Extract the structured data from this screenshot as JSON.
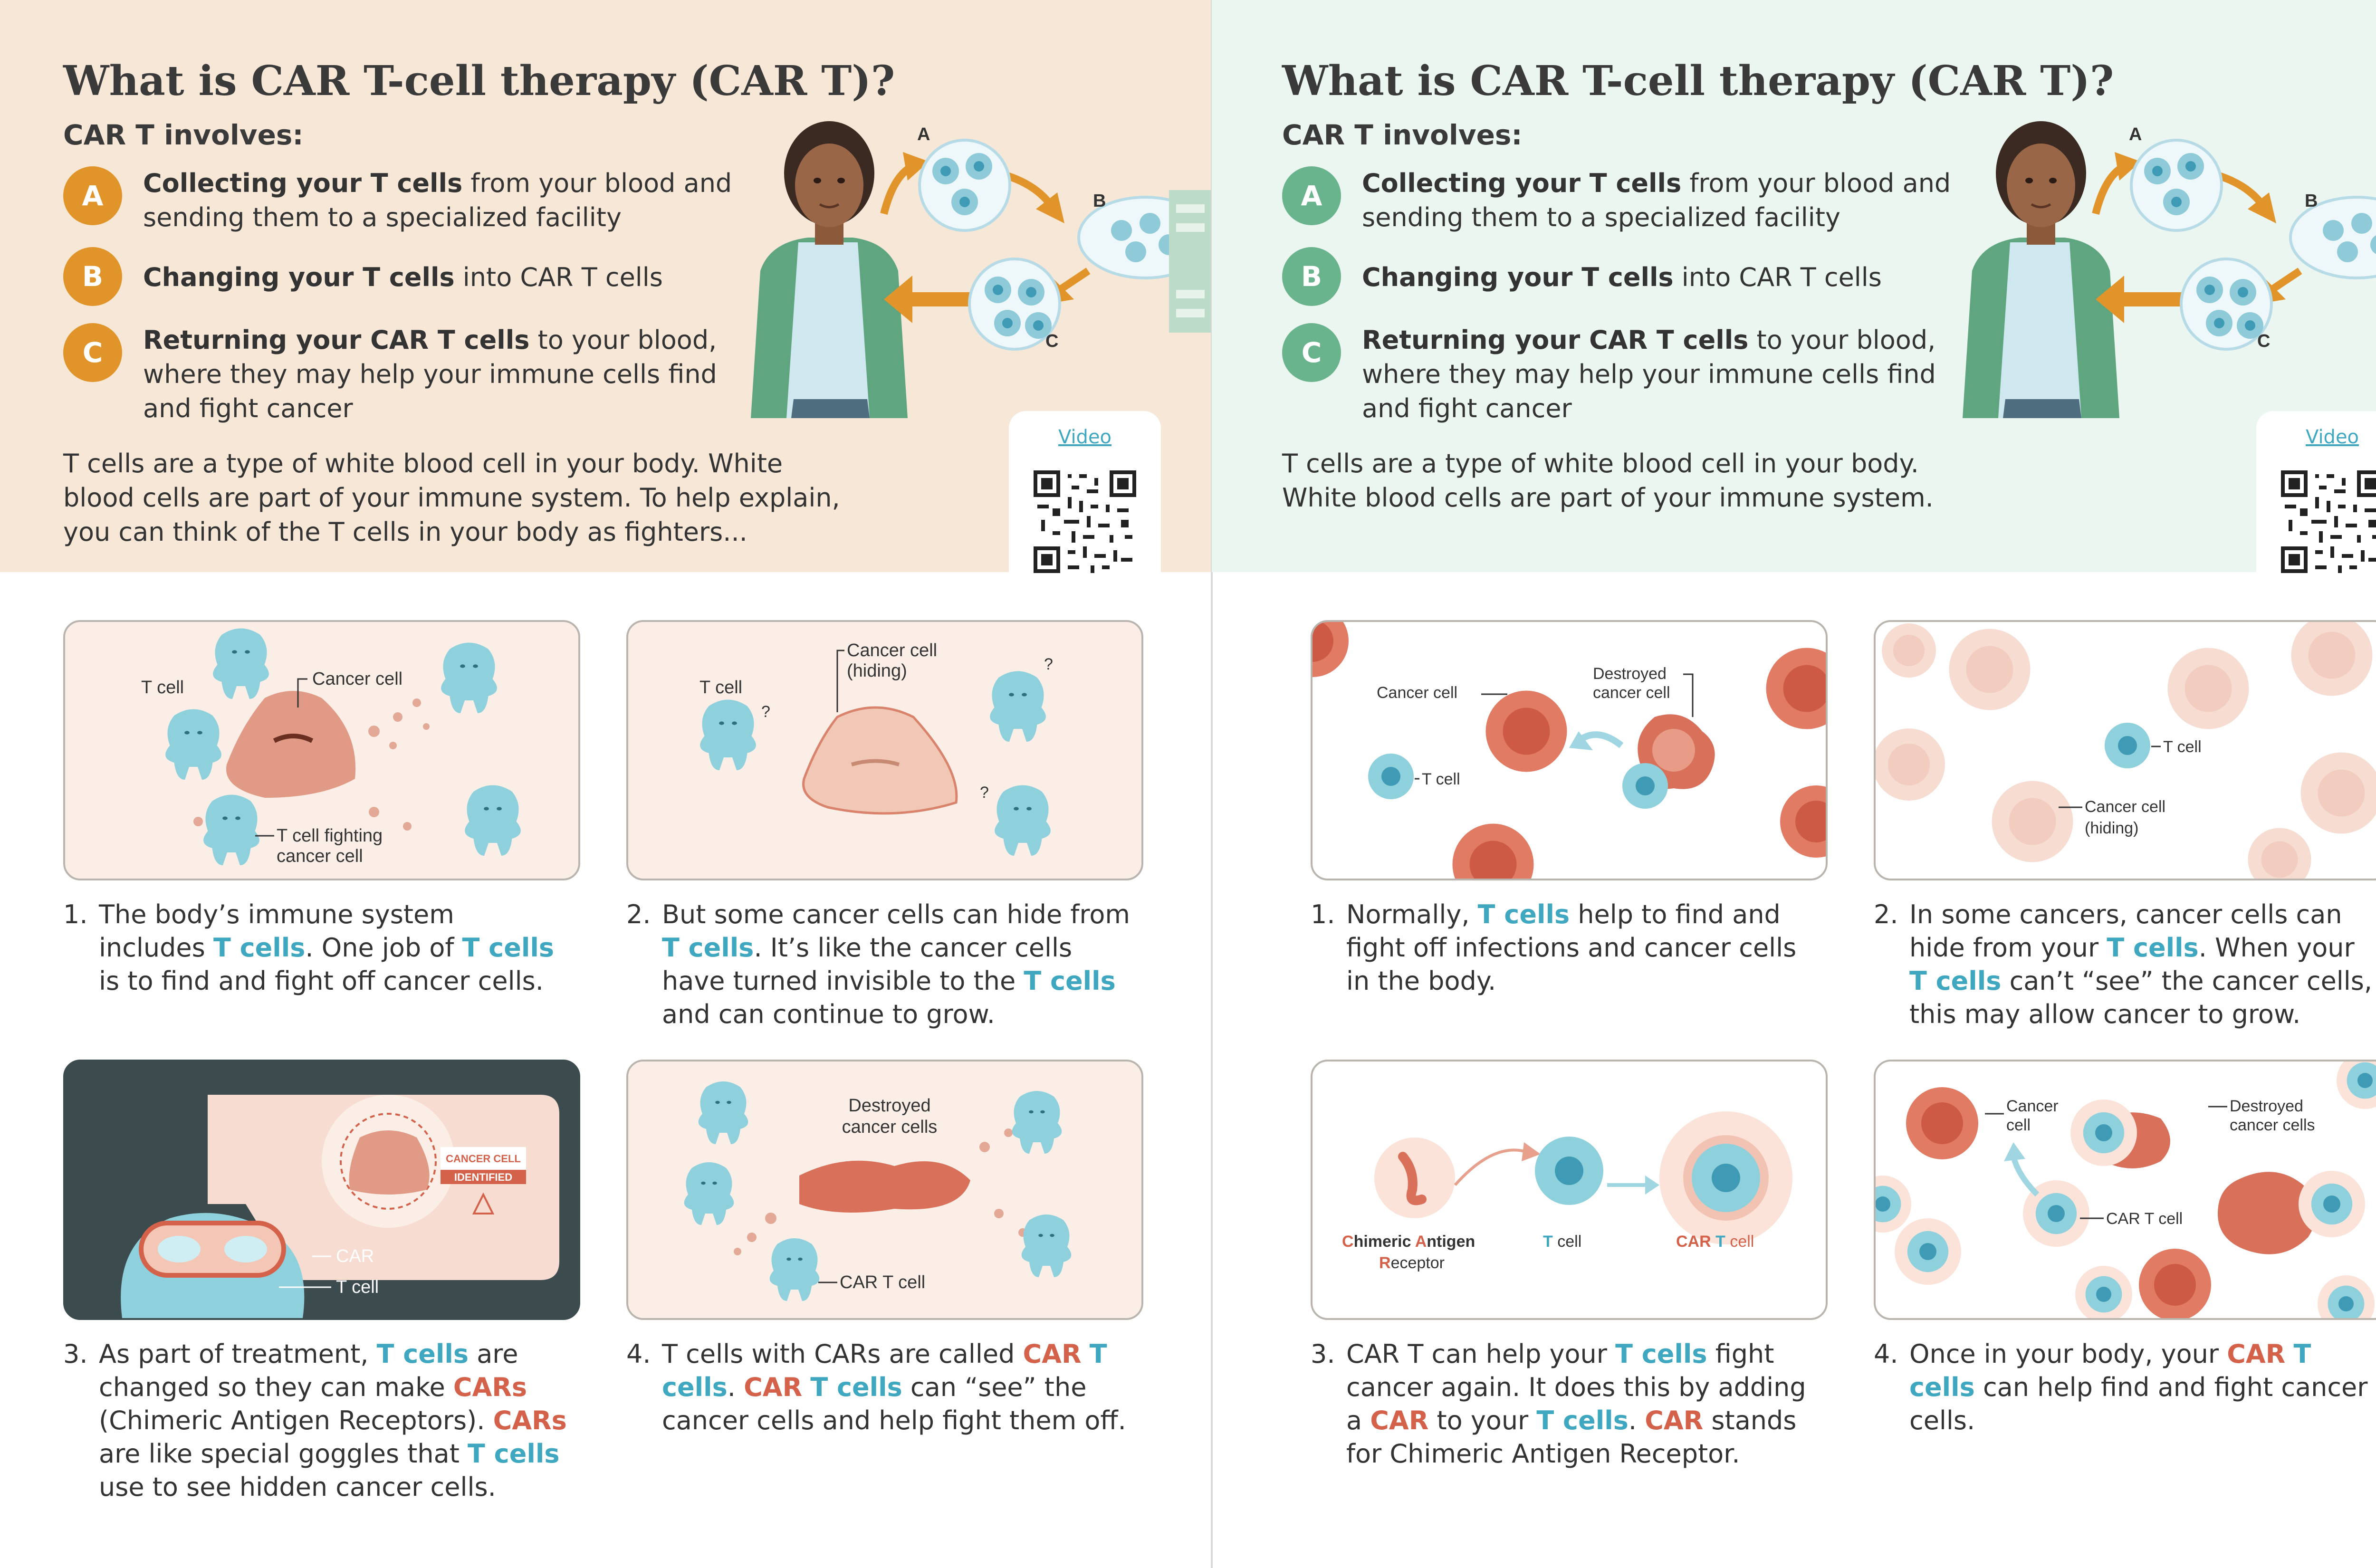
{
  "pages": [
    {
      "title": "What is CAR T-cell therapy (CAR T)?",
      "involves": "CAR T involves:",
      "steps": [
        {
          "letter": "A",
          "bold": "Collecting your T cells",
          "rest": " from your blood and sending them to a specialized facility"
        },
        {
          "letter": "B",
          "bold": "Changing your T cells",
          "rest": " into CAR T cells"
        },
        {
          "letter": "C",
          "bold": "Returning your CAR T cells",
          "rest": " to your blood, where they may help your immune cells find and fight cancer"
        }
      ],
      "intro": "T cells are a type of white blood cell in your body. White blood cells are part of your immune system. To help explain, you can think of the T cells in your body as fighters...",
      "video_label": "Video",
      "hero_labels": {
        "a": "A",
        "b": "B",
        "c": "C"
      },
      "panels": [
        {
          "labels": {
            "tcell": "T cell",
            "cancer": "Cancer cell",
            "fighting_1": "T cell fighting",
            "fighting_2": "cancer cell"
          },
          "caption": {
            "num": "1.",
            "t1": "The body’s immune system includes ",
            "tc1": "T cells",
            "t2": ". One job of ",
            "tc2": "T cells",
            "t3": " is to find and fight off cancer cells."
          }
        },
        {
          "labels": {
            "tcell": "T cell",
            "cancer_1": "Cancer cell",
            "cancer_2": "(hiding)",
            "q": "?"
          },
          "caption": {
            "num": "2.",
            "t1": "But some cancer cells can hide from ",
            "tc1": "T cells",
            "t2": ". It’s like the cancer cells have turned invisible to the ",
            "tc2": "T cells",
            "t3": " and can continue to grow."
          }
        },
        {
          "labels": {
            "identified_1": "CANCER CELL",
            "identified_2": "IDENTIFIED",
            "car": "CAR",
            "tcell": "T cell"
          },
          "caption": {
            "num": "3.",
            "t1": "As part of treatment, ",
            "tc1": "T cells",
            "t2": " are changed so they can make ",
            "car1": "CARs",
            "t3": " (Chimeric Antigen Receptors). ",
            "car2": "CARs",
            "t4": " are like special goggles that ",
            "tc2": "T cells",
            "t5": " use to see hidden cancer cells."
          }
        },
        {
          "labels": {
            "destroyed_1": "Destroyed",
            "destroyed_2": "cancer cells",
            "cart": "CAR T cell"
          },
          "caption": {
            "num": "4.",
            "t1": "T cells with CARs are called ",
            "car1": "CAR",
            "tc1": "T cells",
            "t2": ". ",
            "car2": "CAR",
            "tc2": "T cells",
            "t3": " can “see” the cancer cells and help fight them off."
          }
        }
      ]
    },
    {
      "title": "What is CAR T-cell therapy (CAR T)?",
      "involves": "CAR T involves:",
      "steps": [
        {
          "letter": "A",
          "bold": "Collecting your T cells",
          "rest": " from your blood and sending them to a specialized facility"
        },
        {
          "letter": "B",
          "bold": "Changing your T cells",
          "rest": " into CAR T cells"
        },
        {
          "letter": "C",
          "bold": "Returning your CAR T cells",
          "rest": " to your blood, where they may help your immune cells find and fight cancer"
        }
      ],
      "intro": "T cells are a type of white blood cell in your body. White blood cells are part of your immune system.",
      "video_label": "Video",
      "hero_labels": {
        "a": "A",
        "b": "B",
        "c": "C"
      },
      "panels": [
        {
          "labels": {
            "cancer": "Cancer cell",
            "destroyed_1": "Destroyed",
            "destroyed_2": "cancer cell",
            "tcell": "T cell"
          },
          "caption": {
            "num": "1.",
            "t1": "Normally, ",
            "tc1": "T cells",
            "t2": " help to find and fight off infections and cancer cells in the body."
          }
        },
        {
          "labels": {
            "tcell": "T cell",
            "cancer_1": "Cancer cell",
            "cancer_2": "(hiding)"
          },
          "caption": {
            "num": "2.",
            "t1": "In some cancers, cancer cells can hide from your ",
            "tc1": "T cells",
            "t2": ". When your ",
            "tc2": "T cells",
            "t3": " can’t “see” the cancer cells, this may allow cancer to grow."
          }
        },
        {
          "labels": {
            "car_c": "C",
            "car_rest1": "himeric ",
            "car_a": "A",
            "car_rest2": "ntigen",
            "receptor_r": "R",
            "receptor_rest": "eceptor",
            "tcell_t": "T",
            "tcell_rest": " cell",
            "cart_car": "CAR",
            "cart_t": " T",
            "cart_rest": " cell"
          },
          "caption": {
            "num": "3.",
            "t1": "CAR T can help your ",
            "tc1": "T cells",
            "t2": " fight cancer again. It does this by adding a ",
            "car1": "CAR",
            "t3": " to your ",
            "tc2": "T cells",
            "t4": ". ",
            "car2": "CAR",
            "t5": " stands for Chimeric Antigen Receptor."
          }
        },
        {
          "labels": {
            "cancer_1": "Cancer",
            "cancer_2": "cell",
            "destroyed_1": "Destroyed",
            "destroyed_2": "cancer cells",
            "cart": "CAR T cell"
          },
          "caption": {
            "num": "4.",
            "t1": "Once in your body, your ",
            "car1": "CAR",
            "tc1": "T cells",
            "t2": " can help find and fight cancer cells."
          }
        }
      ]
    }
  ],
  "colors": {
    "tcell_blue": "#3fa8c0",
    "car_red": "#d4614a",
    "left_header": "#f6e7d7",
    "right_header": "#eaf6ef",
    "left_badge": "#e0942a",
    "right_badge": "#69b48c"
  }
}
